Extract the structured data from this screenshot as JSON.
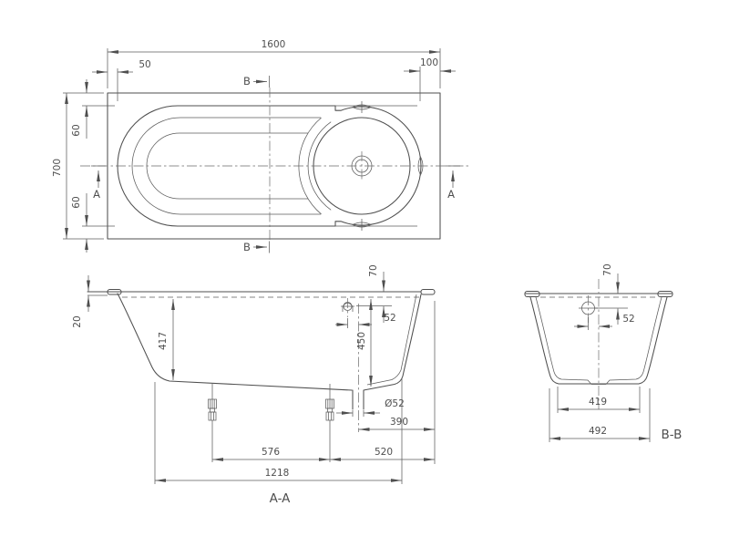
{
  "style": {
    "ink": "#4f4f4f",
    "background": "#ffffff"
  },
  "plan_view": {
    "dims": {
      "overall_length": "1600",
      "rim_left": "50",
      "rim_right": "100",
      "overall_width": "700",
      "rim_top": "60",
      "rim_bottom": "60"
    },
    "markers": {
      "a": "A",
      "b": "B"
    }
  },
  "section_aa": {
    "label": "A-A",
    "dims": {
      "rim_thickness": "20",
      "depth_end": "417",
      "depth_drain": "450",
      "overflow_offset": "52",
      "overflow_below_rim": "70",
      "drain_diameter": "Ø52",
      "drain_to_end": "390",
      "foot_to_end": "520",
      "foot_spacing": "576",
      "base_length": "1218"
    }
  },
  "section_bb": {
    "label": "B-B",
    "dims": {
      "overflow_below_rim": "70",
      "overflow_offset": "52",
      "base_inner_width": "419",
      "base_outer_width": "492"
    }
  }
}
